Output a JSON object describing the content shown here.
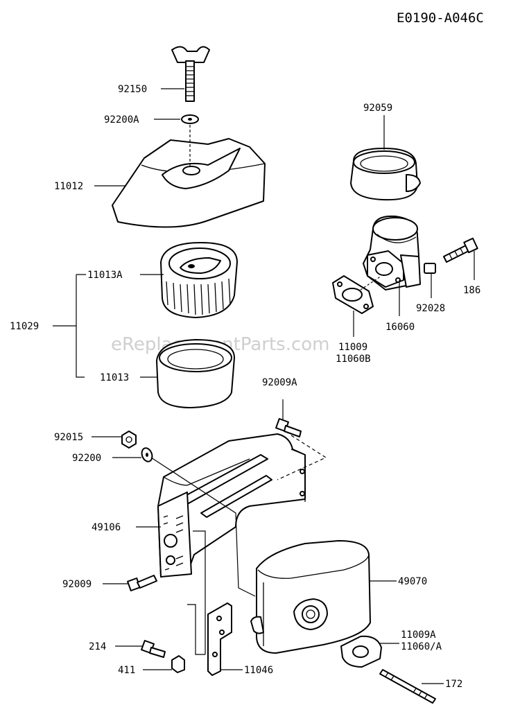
{
  "diagram_id": "E0190-A046C",
  "watermark": "eReplacementParts.com",
  "labels": {
    "p92150": "92150",
    "p92200A": "92200A",
    "p11012": "11012",
    "p92059": "92059",
    "p11013A": "11013A",
    "p11029": "11029",
    "p11013": "11013",
    "p186": "186",
    "p92028": "92028",
    "p16060": "16060",
    "p11009": "11009",
    "p11060B": "11060B",
    "p92009A": "92009A",
    "p92015": "92015",
    "p92200": "92200",
    "p49106": "49106",
    "p49070": "49070",
    "p92009": "92009",
    "p214": "214",
    "p411": "411",
    "p11046": "11046",
    "p11009A": "11009A",
    "p11060A": "11060/A",
    "p172": "172"
  }
}
